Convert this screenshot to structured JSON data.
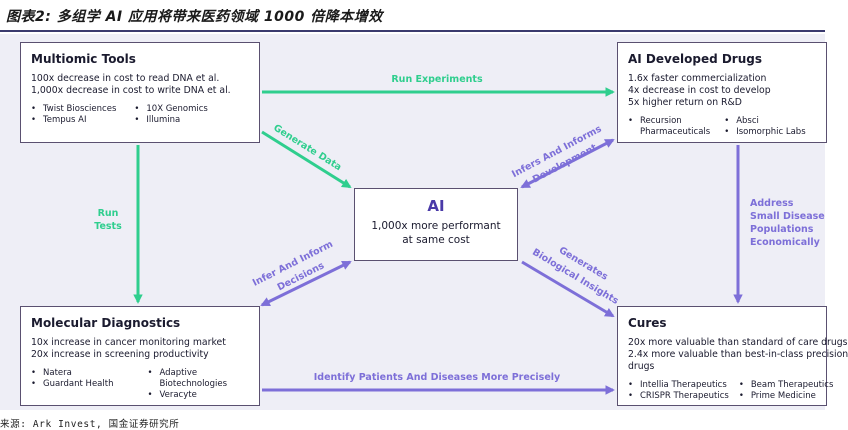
{
  "figure": {
    "title": "图表2: 多组学 AI 应用将带来医药领域 1000 倍降本增效",
    "source": "来源: Ark Invest, 国金证券研究所"
  },
  "colors": {
    "green": "#2fce8e",
    "purple": "#7d6fd8",
    "accent": "#4a3aa8"
  },
  "boxes": {
    "multiomic": {
      "title": "Multiomic Tools",
      "lines": [
        "100x decrease in cost to read DNA et al.",
        "1,000x decrease in cost to write DNA et al."
      ],
      "col1": [
        "Twist Biosciences",
        "Tempus AI"
      ],
      "col2": [
        "10X Genomics",
        "Illumina"
      ]
    },
    "drugs": {
      "title": "AI Developed Drugs",
      "lines": [
        "1.6x faster commercialization",
        "4x decrease in cost to develop",
        "5x higher return on R&D"
      ],
      "col1": [
        "Recursion",
        "Pharmaceuticals"
      ],
      "col2": [
        "Absci",
        "Isomorphic Labs"
      ]
    },
    "ai": {
      "title": "AI",
      "line1": "1,000x more performant",
      "line2": "at same cost"
    },
    "diagnostics": {
      "title": "Molecular Diagnostics",
      "lines": [
        "10x increase in cancer monitoring market",
        "20x increase in screening productivity"
      ],
      "col1": [
        "Natera",
        "Guardant Health"
      ],
      "col2": [
        "Adaptive",
        "Biotechnologies",
        "Veracyte"
      ]
    },
    "cures": {
      "title": "Cures",
      "lines": [
        "20x more valuable than standard of care drugs",
        "2.4x more valuable than best-in-class precision",
        "drugs"
      ],
      "col1": [
        "Intellia Therapeutics",
        "CRISPR Therapeutics"
      ],
      "col2": [
        "Beam Therapeutics",
        "Prime Medicine"
      ]
    }
  },
  "arrows": {
    "run_experiments": "Run Experiments",
    "generate_data": "Generate Data",
    "run_tests_1": "Run",
    "run_tests_2": "Tests",
    "infers_informs_1": "Infers And Informs",
    "infers_informs_2": "Development",
    "address_1": "Address",
    "address_2": "Small Disease",
    "address_3": "Populations",
    "address_4": "Economically",
    "infer_inform_1": "Infer And Inform",
    "infer_inform_2": "Decisions",
    "generates_1": "Generates",
    "generates_2": "Biological Insights",
    "identify": "Identify Patients And Diseases More Precisely"
  }
}
